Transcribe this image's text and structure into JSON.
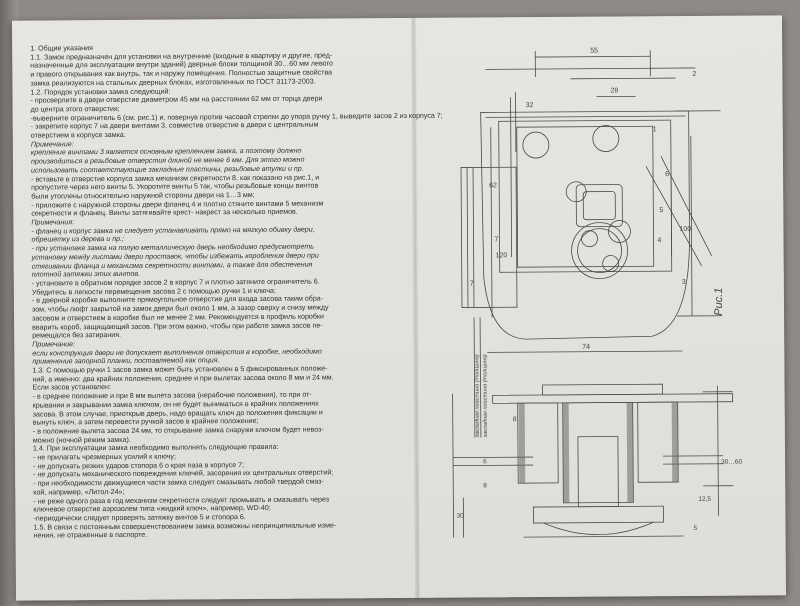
{
  "document": {
    "lines": [
      {
        "t": "1. Общие указания",
        "i": false
      },
      {
        "t": "1.1. Замок предназначен для установки на внутренние (входные в квартиру и другие, пред-",
        "i": false
      },
      {
        "t": "назначенные для эксплуатации внутри зданий) дверные блоки толщиной 30…60 мм левого",
        "i": false
      },
      {
        "t": "и правого открывания как внутрь, так и наружу помещения. Полностью защитные свойства",
        "i": false
      },
      {
        "t": "замка реализуются на стальных дверных блоках, изготовленных по ГОСТ 31173-2003.",
        "i": false
      },
      {
        "t": "1.2. Порядок установки замка следующий:",
        "i": false
      },
      {
        "t": "- просверлите в двери отверстие диаметром 45 мм на расстоянии 62 мм от торца двери",
        "i": false
      },
      {
        "t": "до центра этого отверстия;",
        "i": false
      },
      {
        "t": "-выверните ограничитель 6 (см. рис.1) и, повернув против часовой стрелки до упора ручку 1, выведите засов 2 из корпуса 7;",
        "i": false
      },
      {
        "t": "- закрепите корпус 7 на двери винтами 3, совместив отверстие в двери с центральным",
        "i": false
      },
      {
        "t": "отверстием в корпусе замка.",
        "i": false
      },
      {
        "t": "Примечание:",
        "i": true
      },
      {
        "t": "крепление винтами 3 является основным креплением замка, а поэтому должно",
        "i": true
      },
      {
        "t": "производиться в резьбовые отверстия длиной не менее 6 мм. Для этого можно",
        "i": true
      },
      {
        "t": "использовать соответствующие закладные пластины, резьбовые втулки и пр.",
        "i": true
      },
      {
        "t": "- вставьте в отверстие корпуса замка механизм секретности 8, как показано на рис.1, и",
        "i": false
      },
      {
        "t": "пропустите через него винты 5. Укоротите винты 5 так, чтобы резьбовые концы винтов",
        "i": false
      },
      {
        "t": "были утоплены относительно наружной стороны двери на 1…3 мм;",
        "i": false
      },
      {
        "t": "- приложите с наружной стороны двери фланец 4 и плотно стяните винтами 5 механизм",
        "i": false
      },
      {
        "t": "секретности и фланец. Винты затягивайте крест- накрест за несколько приемов.",
        "i": false
      },
      {
        "t": "Примечания:",
        "i": true
      },
      {
        "t": "- фланец и корпус замка не следует устанавливать прямо на мягкую обивку двери,",
        "i": true
      },
      {
        "t": "обрешетку из дерева и пр.;",
        "i": true
      },
      {
        "t": "- при установке замка на полую металлическую дверь необходимо предусмотреть",
        "i": true
      },
      {
        "t": "установку между листами двери проставок, чтобы избежать коробления двери при",
        "i": true
      },
      {
        "t": "стягивании фланца и механизма секретности винтами, а также для обеспечения",
        "i": true
      },
      {
        "t": "плотной затяжки этих винтов.",
        "i": true
      },
      {
        "t": "- установите в обратном порядке засов 2 в корпус 7 и плотно затяните ограничитель 6.",
        "i": false
      },
      {
        "t": "Убедитесь в легкости перемещения засова 2 с помощью ручки 1 и ключа;",
        "i": false
      },
      {
        "t": "- в дверной коробке выполните прямоугольное отверстие для входа засова таким обра-",
        "i": false
      },
      {
        "t": "зом, чтобы люфт закрытой на замок двери был около 1 мм, а зазор сверху и снизу между",
        "i": false
      },
      {
        "t": "засовом и отверстием в коробке был не менее 2 мм. Рекомендуется в профиль коробки",
        "i": false
      },
      {
        "t": "вварить короб, защищающий засов. При этом важно, чтобы при работе замка засов пе-",
        "i": false
      },
      {
        "t": "ремещался без затирания.",
        "i": false
      },
      {
        "t": "Примечание:",
        "i": true
      },
      {
        "t": "если конструкция двери не допускает выполнения отверстия в коробке, необходимо",
        "i": true
      },
      {
        "t": "применение запорной планки, поставляемой как опция.",
        "i": true
      },
      {
        "t": "1.3. С помощью ручки 1 засов замка может быть установлен в 5 фиксированных положе-",
        "i": false
      },
      {
        "t": "ний, а именно: два крайних положения, среднее и при вылетах засова около 8 мм и 24 мм.",
        "i": false
      },
      {
        "t": "Если засов установлен:",
        "i": false
      },
      {
        "t": "- в среднее положение и при 8 мм вылета засова (нерабочие положения), то при от-",
        "i": false
      },
      {
        "t": "крывании и закрывании замка ключом, он не будет выниматься в крайних положениях",
        "i": false
      },
      {
        "t": "засова. В этом случае, приоткрыв дверь, надо вращать ключ до положения фиксации и",
        "i": false
      },
      {
        "t": "вынуть ключ, а затем перевести ручкой засов в крайнее положение;",
        "i": false
      },
      {
        "t": "- в положение вылета засова 24 мм, то открывание замка снаружи ключом будет невоз-",
        "i": false
      },
      {
        "t": "можно (ночной режим замка).",
        "i": false
      },
      {
        "t": "1.4. При эксплуатации замка необходимо выполнять следующие правила:",
        "i": false
      },
      {
        "t": "- не прилагать чрезмерных усилий к ключу;",
        "i": false
      },
      {
        "t": "- не допускать резких ударов стопора 6 о края паза в корпусе 7;",
        "i": false
      },
      {
        "t": "- не допускать механического повреждения ключей, засорения их центральных отверстий;",
        "i": false
      },
      {
        "t": "- при необходимости движущиеся части замка следует смазывать любой твердой смаз-",
        "i": false
      },
      {
        "t": "кой, например, «Литол-24»;",
        "i": false
      },
      {
        "t": "- не реже одного раза в год механизм секретности следует промывать и смазывать через",
        "i": false
      },
      {
        "t": "ключевое отверстие аэрозолем типа «жидкий ключ», например, WD-40;",
        "i": false
      },
      {
        "t": "-периодически следует проверять затяжку винтов 5 и стопора 6.",
        "i": false
      },
      {
        "t": "1.5. В связи с постоянным совершенствованием замка возможны непринципиальные изме-",
        "i": false
      },
      {
        "t": "нения, не отраженные в паспорте.",
        "i": false
      }
    ]
  },
  "drawing": {
    "figure_label": "Рис.1",
    "callouts": [
      "2",
      "1",
      "8",
      "3",
      "4",
      "5",
      "6",
      "7"
    ],
    "dimensions": {
      "d55": "55",
      "d32": "32",
      "d28": "28",
      "d62": "62",
      "d120": "120",
      "d100": "100",
      "d74": "74",
      "d7": "7",
      "d6": "6",
      "d6b": "8",
      "d30_60": "30…60",
      "d30": "30",
      "d12": "12,5",
      "d5": "5"
    },
    "side_notes": [
      "закладная пластина (толщина)",
      "закладная пластина (толщина)"
    ]
  },
  "colors": {
    "paper": "#e2e2dc",
    "ink": "#33332f",
    "background": "#8f8a86"
  }
}
